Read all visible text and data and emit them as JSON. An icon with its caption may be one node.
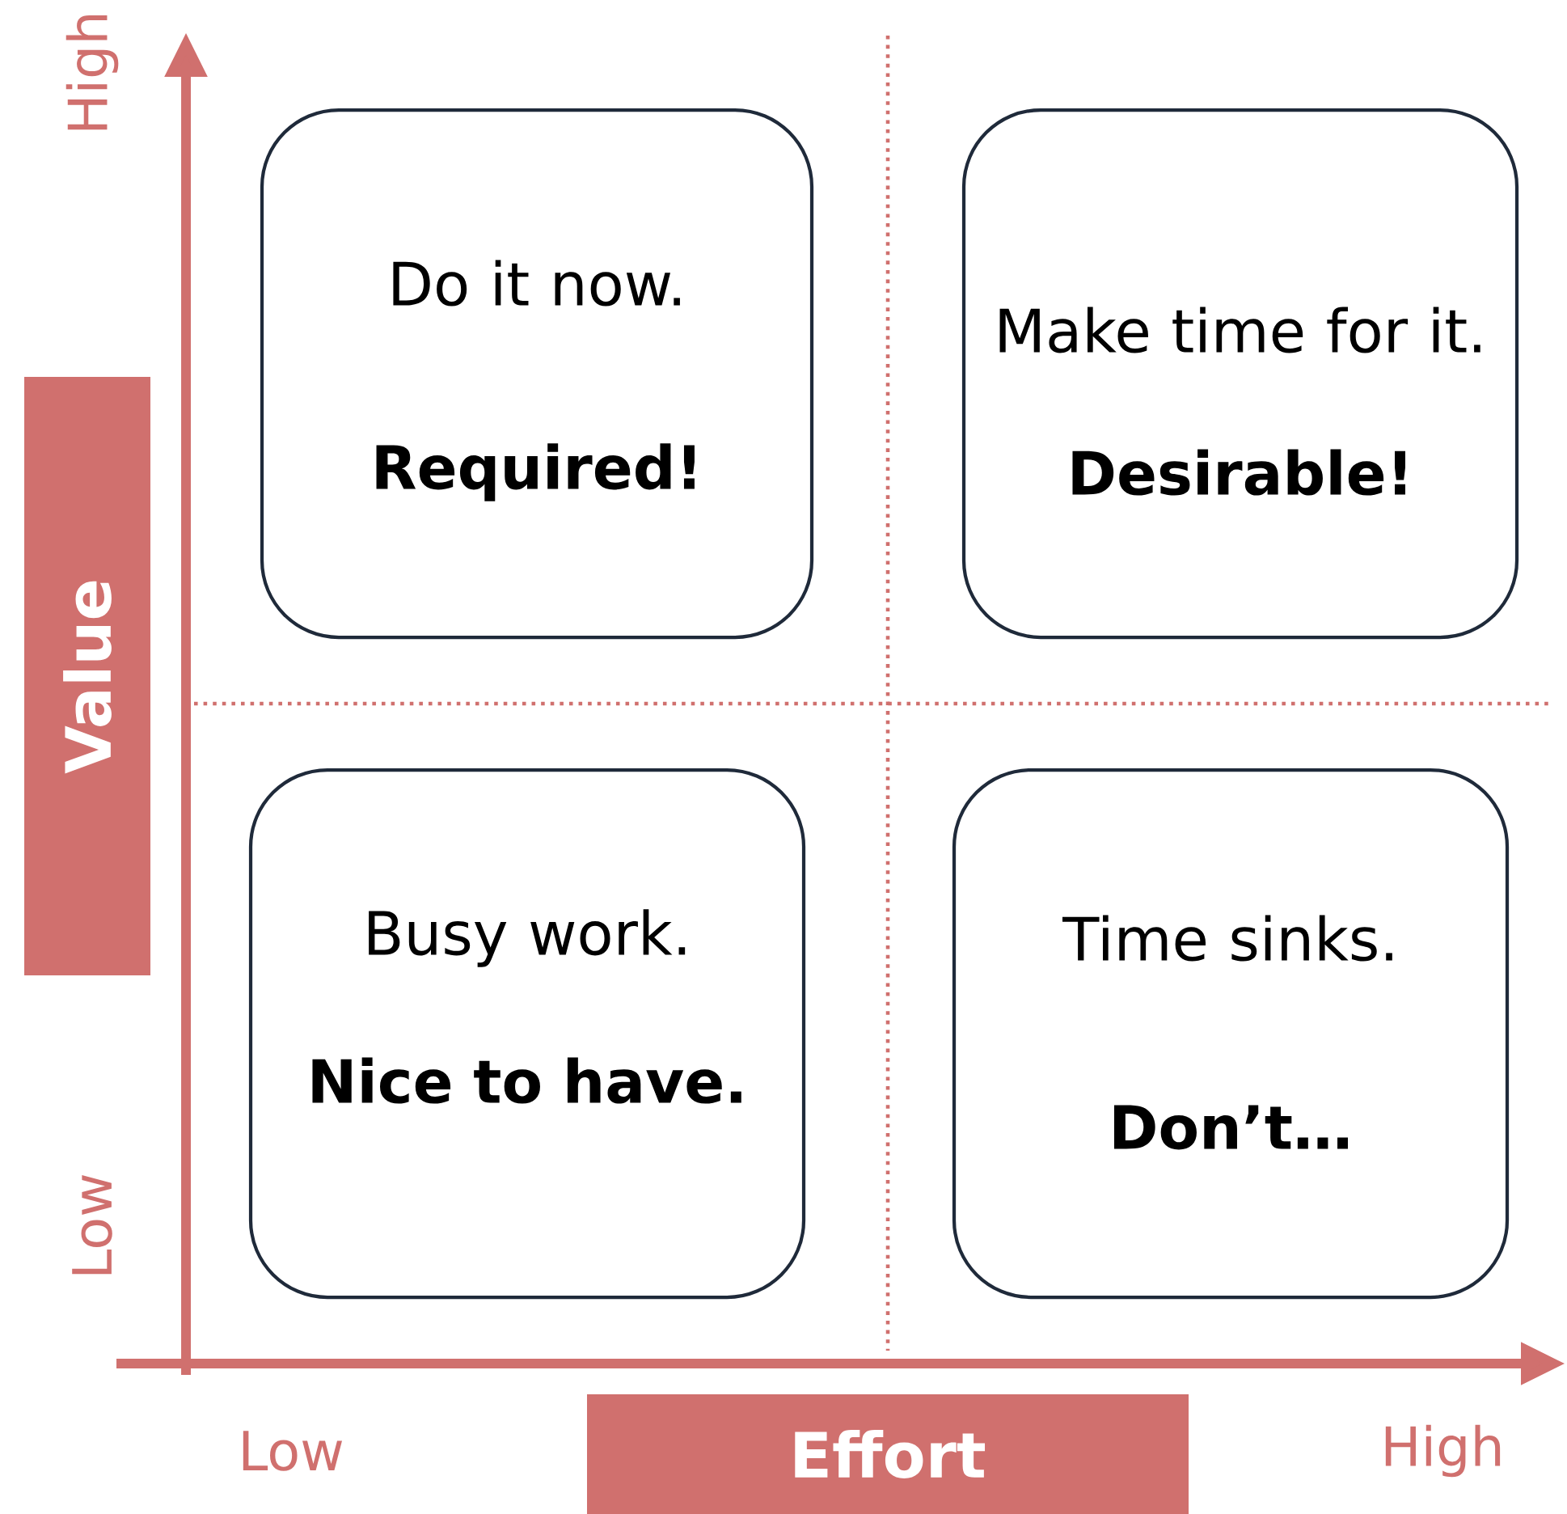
{
  "diagram": {
    "nodes": [
      {
        "text": [
          "Value"
        ]
      },
      {
        "text": [
          "Do it now.",
          "Required!"
        ]
      },
      {
        "text": [
          "Make time for it.",
          "Desirable!"
        ]
      },
      {
        "text": [
          "Busy work.",
          "Nice to have."
        ]
      },
      {
        "text": [
          "Time sinks.",
          "Don’t…"
        ]
      },
      {
        "text": [
          "Effort"
        ]
      }
    ],
    "labels": [
      "High",
      "Low",
      "Low",
      "High"
    ]
  }
}
